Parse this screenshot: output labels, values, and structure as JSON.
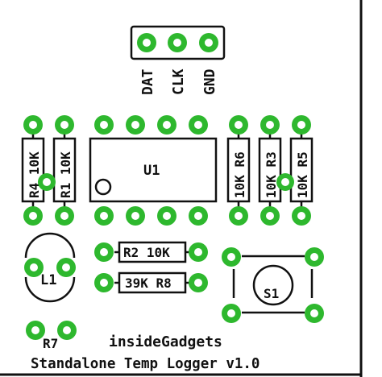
{
  "colors": {
    "pad": "#2eb82e",
    "hole": "#ffffff",
    "silk": "#111111",
    "background": "#ffffff"
  },
  "header": {
    "pins": [
      "DAT",
      "CLK",
      "GND"
    ]
  },
  "components": {
    "r4": "R4 10K",
    "r1": "R1 10K",
    "u1": "U1",
    "r6": "10K R6",
    "r3": "10K R3",
    "r5": "10K R5",
    "r2": "R2 10K",
    "r8": "39K R8",
    "l1": "L1",
    "s1": "S1",
    "r7": "R7"
  },
  "footer": {
    "brand": "insideGadgets",
    "title": "Standalone Temp Logger v1.0"
  }
}
